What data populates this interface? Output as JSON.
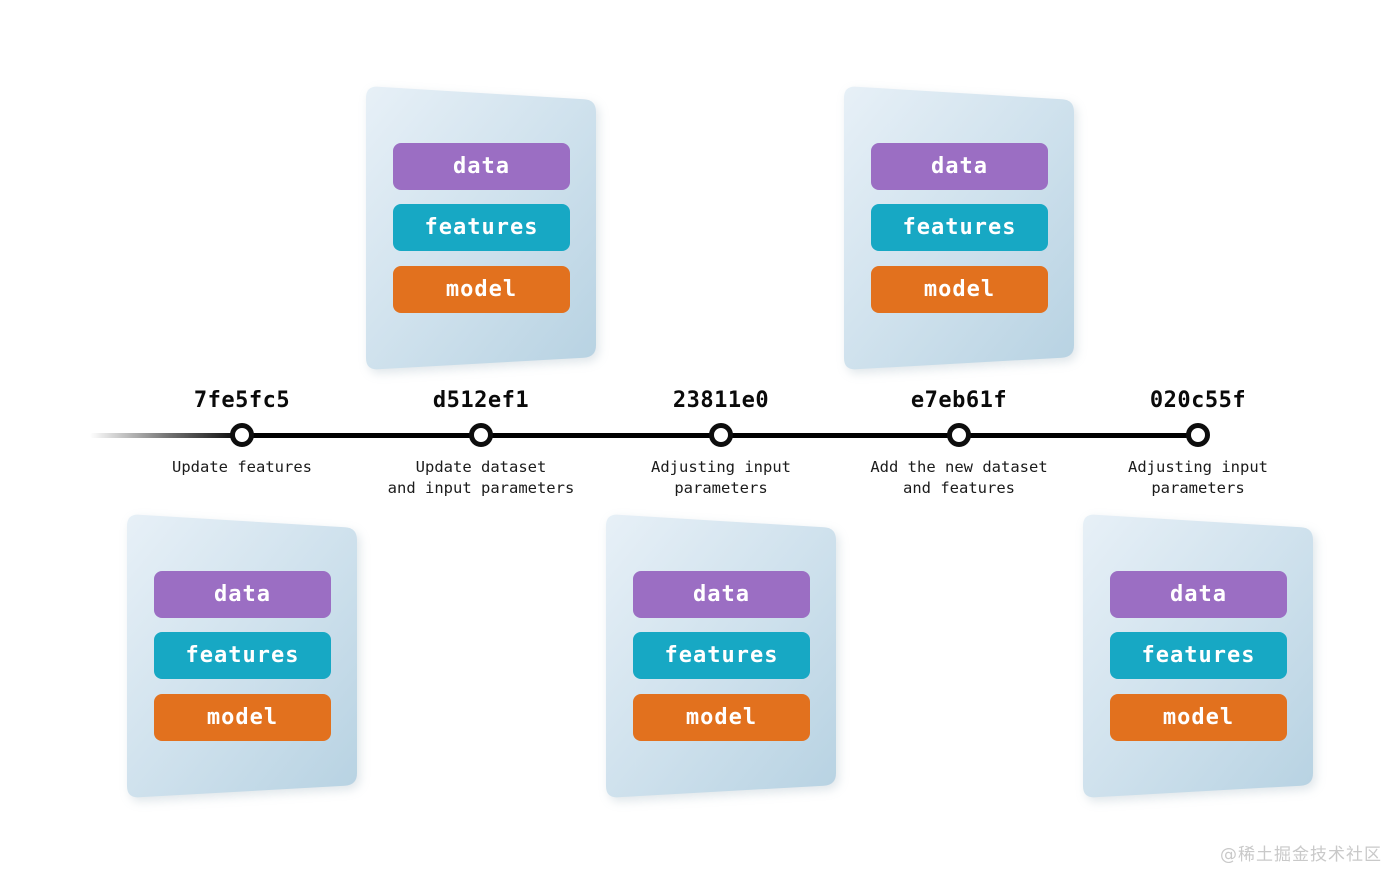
{
  "diagram": {
    "type": "git-commit-timeline",
    "watermark": "@稀土掘金技术社区"
  },
  "timeline": {
    "line_color": "#000000",
    "node_fill": "#ffffff",
    "node_border_color": "#0d0d0d",
    "commits": [
      {
        "hash": "7fe5fc5",
        "description": "Update features",
        "card_position": "below"
      },
      {
        "hash": "d512ef1",
        "description": "Update dataset\nand input parameters",
        "card_position": "above"
      },
      {
        "hash": "23811e0",
        "description": "Adjusting input\nparameters",
        "card_position": "below"
      },
      {
        "hash": "e7eb61f",
        "description": "Add the new dataset\nand features",
        "card_position": "above"
      },
      {
        "hash": "020c55f",
        "description": "Adjusting input\nparameters",
        "card_position": "below"
      }
    ]
  },
  "card": {
    "background_gradient": [
      "#e7f0f7",
      "#b7d2e2"
    ],
    "text_color": "#ffffff",
    "pills": [
      {
        "label": "data",
        "color": "#9b6ec3"
      },
      {
        "label": "features",
        "color": "#17a8c4"
      },
      {
        "label": "model",
        "color": "#e2711e"
      }
    ]
  }
}
